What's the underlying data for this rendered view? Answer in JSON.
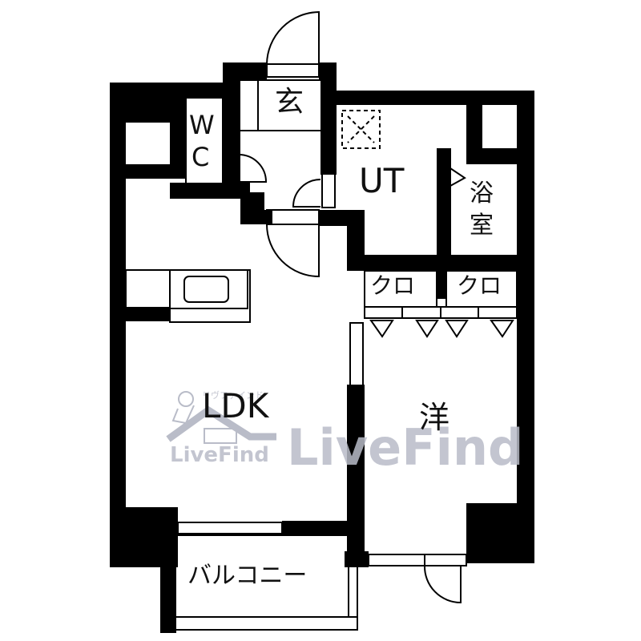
{
  "floorplan": {
    "rooms": {
      "entrance": "玄",
      "wc_w": "W",
      "wc_c": "C",
      "ut": "UT",
      "bath_1": "浴",
      "bath_2": "室",
      "closet_left": "クロ",
      "closet_right": "クロ",
      "ldk": "LDK",
      "western": "洋",
      "balcony": "バルコニー"
    },
    "watermark": {
      "brand_large": "LiveFind",
      "brand_small": "LiveFind",
      "tagline": "リヴファインド",
      "color": "#b9bcc8"
    },
    "colors": {
      "wall": "#000000",
      "background": "#ffffff",
      "line": "#000000"
    }
  }
}
